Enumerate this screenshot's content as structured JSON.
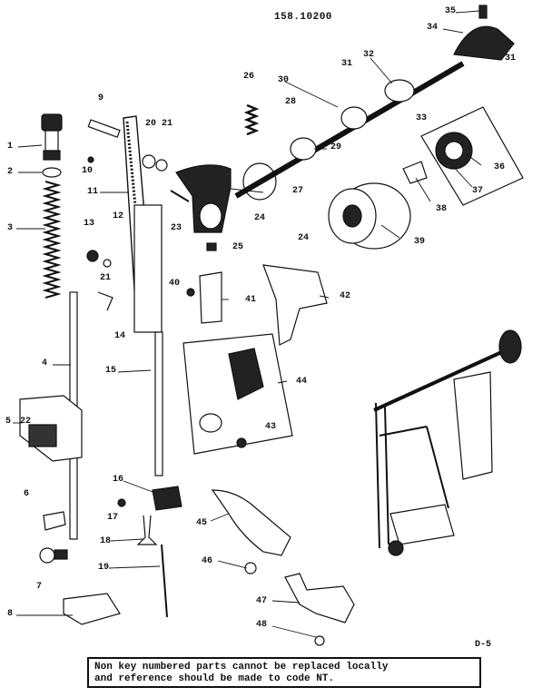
{
  "header": {
    "model_number": "158.10200"
  },
  "footer": {
    "page_code": "D-5",
    "note_line_1": "Non key numbered parts cannot be replaced locally",
    "note_line_2": "and reference should be made to code NT."
  },
  "callouts": {
    "c1": "1",
    "c2": "2",
    "c3": "3",
    "c4": "4",
    "c5": "5",
    "c6": "6",
    "c7": "7",
    "c8": "8",
    "c9": "9",
    "c10": "10",
    "c11": "11",
    "c12": "12",
    "c13": "13",
    "c14": "14",
    "c15": "15",
    "c16": "16",
    "c17": "17",
    "c18": "18",
    "c19": "19",
    "c20": "20",
    "c21a": "21",
    "c21b": "21",
    "c22": "22",
    "c23": "23",
    "c24a": "24",
    "c24b": "24",
    "c25": "25",
    "c26": "26",
    "c27": "27",
    "c28": "28",
    "c29": "29",
    "c30": "30",
    "c31a": "31",
    "c31b": "31",
    "c32": "32",
    "c33": "33",
    "c34": "34",
    "c35": "35",
    "c36": "36",
    "c37": "37",
    "c38": "38",
    "c39": "39",
    "c40": "40",
    "c41": "41",
    "c42": "42",
    "c43": "43",
    "c44": "44",
    "c45": "45",
    "c46": "46",
    "c47": "47",
    "c48": "48"
  }
}
